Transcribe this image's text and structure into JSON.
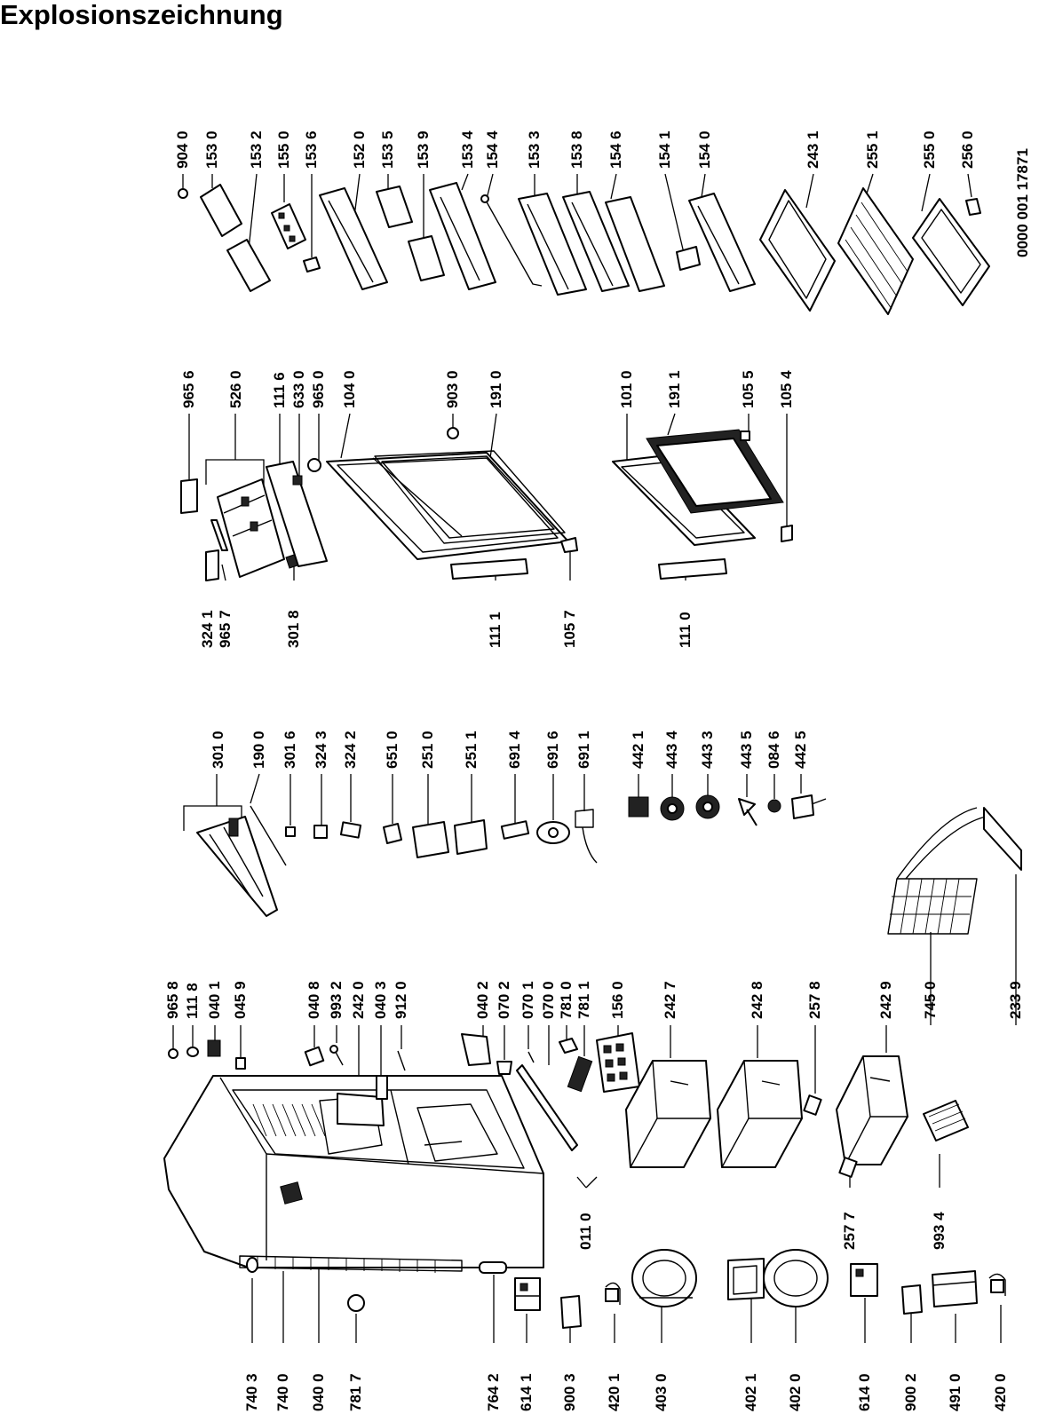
{
  "title": "Explosionszeichnung",
  "document_number": "0000 001 17871",
  "labels": {
    "l9658": "965 8",
    "l1118": "111 8",
    "l0401": "040 1",
    "l0459": "045 9",
    "l0408": "040 8",
    "l9932": "993 2",
    "l2420": "242 0",
    "l0403": "040 3",
    "l9120": "912 0",
    "l0402": "040 2",
    "l0702": "070 2",
    "l0701": "070 1",
    "l0700": "070 0",
    "l7810": "781 0",
    "l7811": "781 1",
    "l1560": "156 0",
    "l2427": "242 7",
    "l2428": "242 8",
    "l2578": "257 8",
    "l2429": "242 9",
    "l7450": "745 0",
    "l2339": "233 9",
    "l7403": "740 3",
    "l7400": "740 0",
    "l0400": "040 0",
    "l7817": "781 7",
    "l7642": "764 2",
    "l6141": "614 1",
    "l9003": "900 3",
    "l4201": "420 1",
    "l4030": "403 0",
    "l4021": "402 1",
    "l4020": "402 0",
    "l6140": "614 0",
    "l9002": "900 2",
    "l4910": "491 0",
    "l4200": "420 0",
    "l0110": "011 0",
    "l2577": "257 7",
    "l9934": "993 4",
    "l3010": "301 0",
    "l1900": "190 0",
    "l3016": "301 6",
    "l3243": "324 3",
    "l3242": "324 2",
    "l6510": "651 0",
    "l2510": "251 0",
    "l2511": "251 1",
    "l6914": "691 4",
    "l6916": "691 6",
    "l6911": "691 1",
    "l4421": "442 1",
    "l4434": "443 4",
    "l4433": "443 3",
    "l4435": "443 5",
    "l0846": "084 6",
    "l4425": "442 5",
    "l9656": "965 6",
    "l5260": "526 0",
    "l1116": "111 6",
    "l6330": "633 0",
    "l9650": "965 0",
    "l1040": "104 0",
    "l9030": "903 0",
    "l1910": "191 0",
    "l1010": "101 0",
    "l1911": "191 1",
    "l1055": "105 5",
    "l1054": "105 4",
    "l3241": "324 1",
    "l9657": "965 7",
    "l3018": "301 8",
    "l1111": "111 1",
    "l1057": "105 7",
    "l1110": "111 0",
    "l9040": "904 0",
    "l1530": "153 0",
    "l1532": "153 2",
    "l1550": "155 0",
    "l1536": "153 6",
    "l1520": "152 0",
    "l1535": "153 5",
    "l1539": "153 9",
    "l1534": "153 4",
    "l1544": "154 4",
    "l1533": "153 3",
    "l1538": "153 8",
    "l1546": "154 6",
    "l1541": "154 1",
    "l1540": "154 0",
    "l2431": "243 1",
    "l2551": "255 1",
    "l2550": "255 0",
    "l2560": "256 0"
  }
}
